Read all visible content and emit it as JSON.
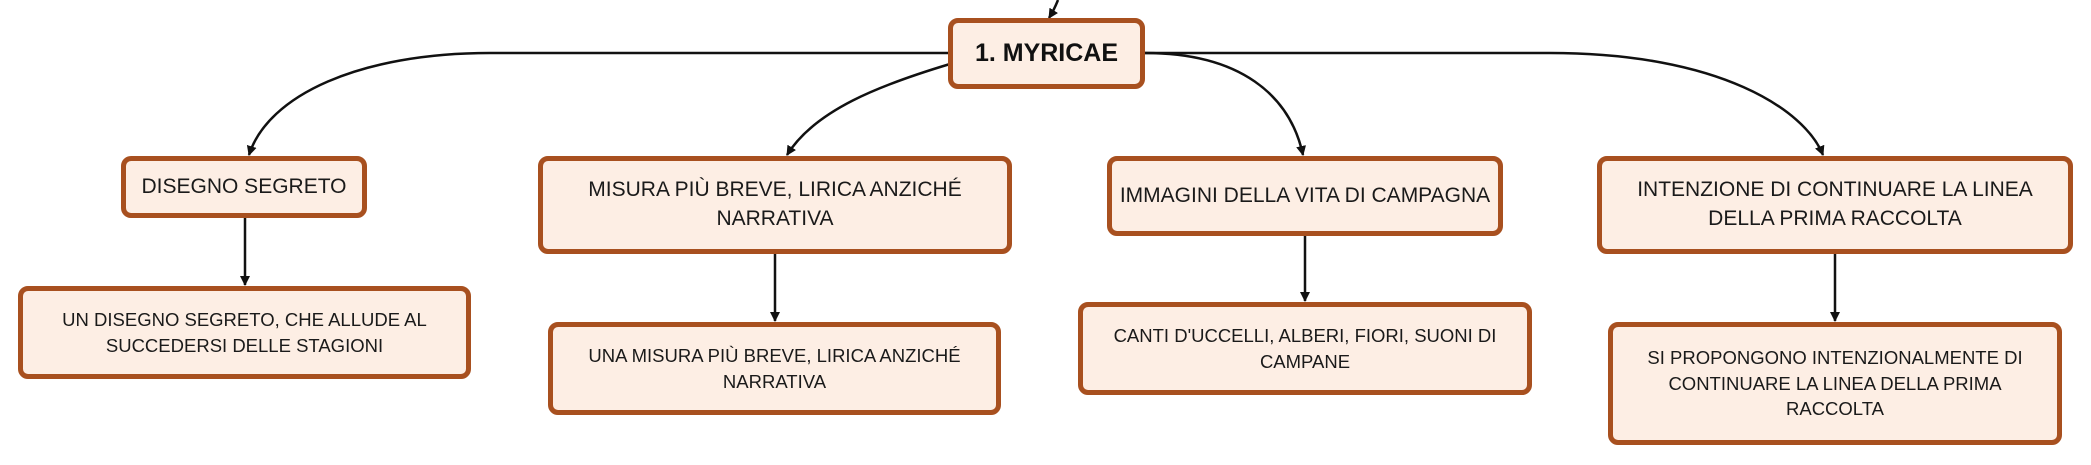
{
  "root": {
    "label": "1. MYRICAE"
  },
  "branches": [
    {
      "label": "DISEGNO SEGRETO",
      "detail": "UN DISEGNO SEGRETO, CHE ALLUDE AL SUCCEDERSI DELLE STAGIONI"
    },
    {
      "label": "MISURA PIÙ BREVE, LIRICA ANZICHÉ NARRATIVA",
      "detail": "UNA MISURA PIÙ BREVE, LIRICA ANZICHÉ NARRATIVA"
    },
    {
      "label": "IMMAGINI DELLA VITA DI CAMPAGNA",
      "detail": "CANTI D'UCCELLI, ALBERI, FIORI, SUONI DI CAMPANE"
    },
    {
      "label": "INTENZIONE DI CONTINUARE LA LINEA DELLA PRIMA RACCOLTA",
      "detail": "SI PROPONGONO INTENZIONALMENTE DI CONTINUARE LA LINEA DELLA PRIMA RACCOLTA"
    }
  ],
  "colors": {
    "node_fill": "#fdeee4",
    "node_border": "#a8501f",
    "connector": "#111111"
  }
}
